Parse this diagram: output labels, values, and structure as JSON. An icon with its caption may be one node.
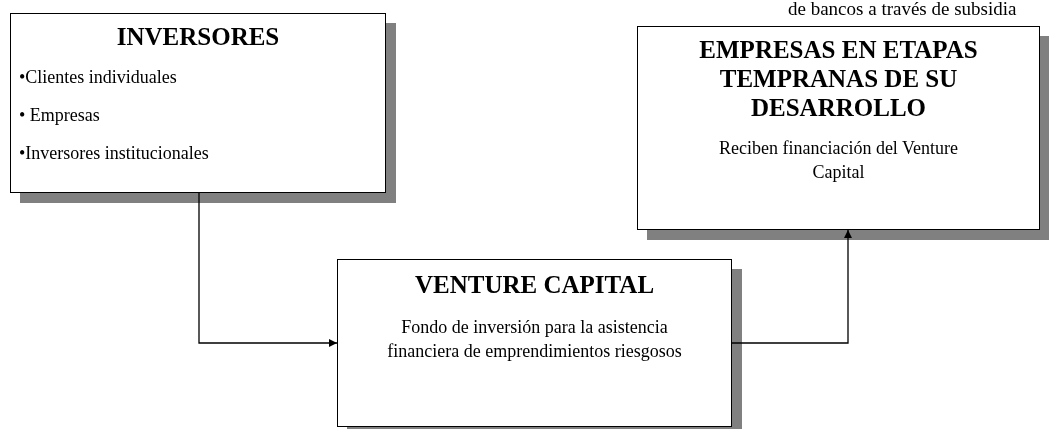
{
  "diagram": {
    "nodes": [
      {
        "text": [
          "INVERSORES",
          "•Clientes individuales",
          "• Empresas",
          "•Inversores institucionales"
        ]
      },
      {
        "text": [
          "EMPRESAS EN ETAPAS TEMPRANAS DE SU DESARROLLO",
          "Reciben financiación del Venture Capital"
        ]
      },
      {
        "text": [
          "VENTURE CAPITAL",
          "Fondo de inversión para la asistencia financiera de emprendimientos riesgosos"
        ]
      }
    ],
    "edges": [
      {
        "from": 0,
        "to": 2,
        "arrow": "to"
      },
      {
        "from": 2,
        "to": 1,
        "arrow": "to"
      }
    ],
    "labels": [
      "de bancos a través de subsidia"
    ]
  }
}
